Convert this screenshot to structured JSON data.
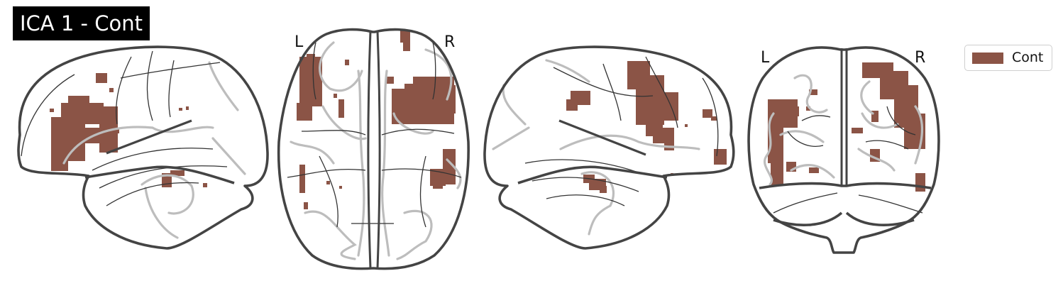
{
  "figure": {
    "title": "ICA 1 - Cont",
    "colors": {
      "blob": "#8b5446",
      "outline": "#444444",
      "title_bg": "#000000",
      "title_fg": "#ffffff"
    }
  },
  "views": {
    "axial": {
      "left_label": "L",
      "right_label": "R"
    },
    "coronal": {
      "left_label": "L",
      "right_label": "R"
    }
  },
  "legend": {
    "entries": [
      {
        "label": "Cont",
        "color": "#8b5446"
      }
    ]
  }
}
